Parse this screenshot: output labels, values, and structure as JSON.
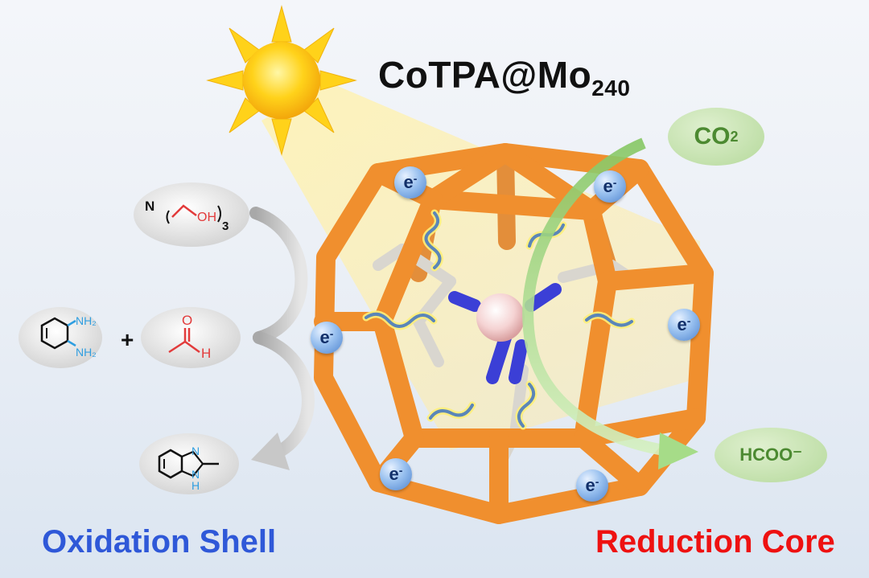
{
  "title": {
    "main": "CoTPA@Mo",
    "sub": "240"
  },
  "labels": {
    "oxidation": "Oxidation Shell",
    "reduction": "Reduction Core"
  },
  "species": {
    "co2_main": "CO",
    "co2_sub": "2",
    "formate": "HCOO⁻",
    "amine_n": "N",
    "amine_oh": "OH",
    "amine_count": "3",
    "nh2_top": "NH₂",
    "nh2_bottom": "NH₂",
    "plus": "+",
    "ald_o": "O",
    "ald_h": "H",
    "prod_n": "N",
    "prod_nh": "N",
    "prod_h": "H"
  },
  "electron": {
    "symbol": "e",
    "charge": "-"
  },
  "colors": {
    "cage": "#f08f2e",
    "sun": "#ffd21a",
    "shell_text": "#2f58d8",
    "core_text": "#ee1111",
    "pill_green": "#b5d99b",
    "cobalt": "#f3c9c9",
    "nitrogen": "#3b3fd6",
    "arrow_green": "#8fd06c"
  }
}
